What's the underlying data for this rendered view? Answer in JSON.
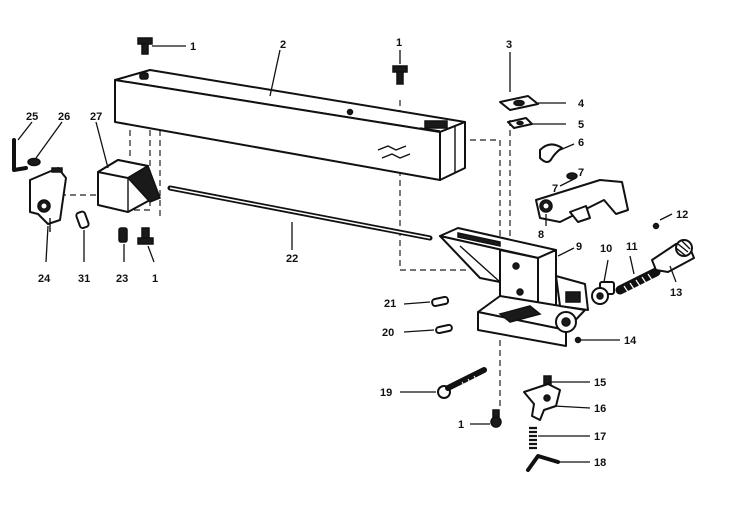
{
  "callouts": {
    "c1a": "1",
    "c1b": "1",
    "c1c": "1",
    "c1d": "1",
    "c2": "2",
    "c3": "3",
    "c4": "4",
    "c5": "5",
    "c6": "6",
    "c7a": "7",
    "c7b": "7",
    "c8": "8",
    "c9": "9",
    "c10": "10",
    "c11": "11",
    "c12": "12",
    "c13": "13",
    "c14": "14",
    "c15": "15",
    "c16": "16",
    "c17": "17",
    "c18": "18",
    "c19": "19",
    "c20": "20",
    "c21": "21",
    "c22": "22",
    "c23": "23",
    "c24": "24",
    "c25": "25",
    "c26": "26",
    "c27": "27",
    "c31": "31"
  }
}
